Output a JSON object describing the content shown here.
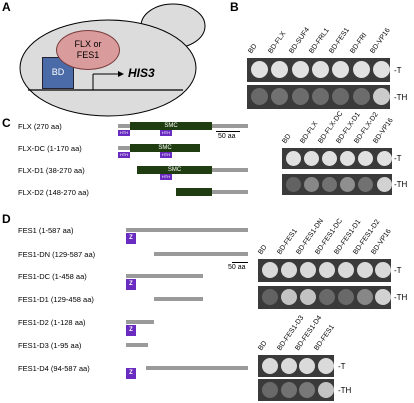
{
  "panels": {
    "a": "A",
    "b": "B",
    "c": "C",
    "d": "D"
  },
  "panel_a": {
    "bd": "BD",
    "flx_fes1_line1": "FLX or",
    "flx_fes1_line2": "FES1",
    "his3": "HIS3"
  },
  "panel_b": {
    "columns": [
      "BD",
      "BD-FLX",
      "BD-SUF4",
      "BD-FRL1",
      "BD-FES1",
      "BD-FRI",
      "BD-VP16"
    ],
    "rows": [
      "-T",
      "-TH"
    ]
  },
  "panel_c": {
    "constructs": [
      "FLX (270 aa)",
      "FLX-DC (1-170 aa)",
      "FLX-D1 (38-270 aa)",
      "FLX-D2 (148-270 aa)"
    ],
    "smc": "SMC",
    "hth": "HTH",
    "scale": "50 aa",
    "columns": [
      "BD",
      "BD-FLX",
      "BD-FLX-DC",
      "BD-FLX-D1",
      "BD-FLX-D2",
      "BD-VP16"
    ],
    "rows": [
      "-T",
      "-TH"
    ]
  },
  "panel_d": {
    "constructs": [
      "FES1 (1-587 aa)",
      "FES1-DN (129-587 aa)",
      "FES1-DC (1-458 aa)",
      "FES1-D1 (129-458 aa)",
      "FES1-D2 (1-128 aa)",
      "FES1-D3 (1-95 aa)",
      "FES1-D4 (94-587 aa)"
    ],
    "z": "Z",
    "scale": "50 aa",
    "columns1": [
      "BD",
      "BD-FES1",
      "BD-FES1-DN",
      "BD-FES1-DC",
      "BD-FES1-D1",
      "BD-FES1-D2",
      "BD-VP16"
    ],
    "columns2": [
      "BD",
      "BD-FES1-D3",
      "BD-FES1-D4",
      "BD-FES1"
    ],
    "rows": [
      "-T",
      "-TH"
    ]
  }
}
